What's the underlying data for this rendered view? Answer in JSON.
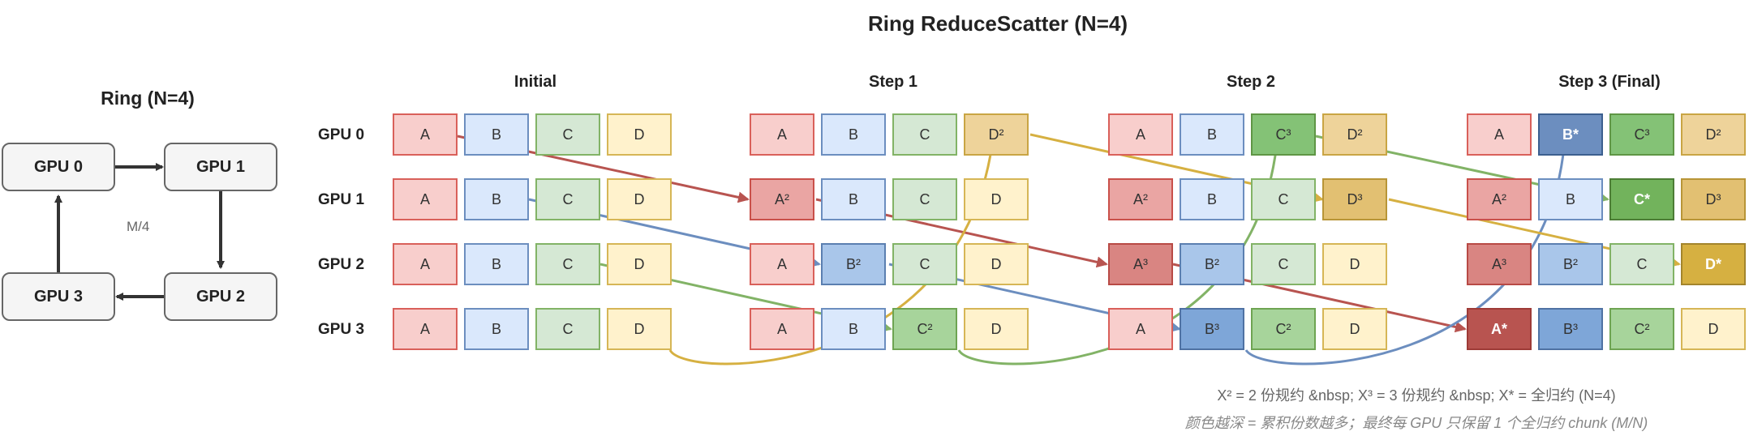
{
  "title": "Ring ReduceScatter (N=4)",
  "ring": {
    "title": "Ring (N=4)",
    "nodes": [
      "GPU 0",
      "GPU 1",
      "GPU 2",
      "GPU 3"
    ],
    "edge_label": "M/4"
  },
  "gpu_labels": [
    "GPU 0",
    "GPU 1",
    "GPU 2",
    "GPU 3"
  ],
  "steps": [
    {
      "title": "Initial",
      "rows": [
        [
          "A",
          "B",
          "C",
          "D"
        ],
        [
          "A",
          "B",
          "C",
          "D"
        ],
        [
          "A",
          "B",
          "C",
          "D"
        ],
        [
          "A",
          "B",
          "C",
          "D"
        ]
      ],
      "levels": [
        [
          1,
          1,
          1,
          1
        ],
        [
          1,
          1,
          1,
          1
        ],
        [
          1,
          1,
          1,
          1
        ],
        [
          1,
          1,
          1,
          1
        ]
      ]
    },
    {
      "title": "Step 1",
      "rows": [
        [
          "A",
          "B",
          "C",
          "D²"
        ],
        [
          "A²",
          "B",
          "C",
          "D"
        ],
        [
          "A",
          "B²",
          "C",
          "D"
        ],
        [
          "A",
          "B",
          "C²",
          "D"
        ]
      ],
      "levels": [
        [
          1,
          1,
          1,
          2
        ],
        [
          2,
          1,
          1,
          1
        ],
        [
          1,
          2,
          1,
          1
        ],
        [
          1,
          1,
          2,
          1
        ]
      ]
    },
    {
      "title": "Step 2",
      "rows": [
        [
          "A",
          "B",
          "C³",
          "D²"
        ],
        [
          "A²",
          "B",
          "C",
          "D³"
        ],
        [
          "A³",
          "B²",
          "C",
          "D"
        ],
        [
          "A",
          "B³",
          "C²",
          "D"
        ]
      ],
      "levels": [
        [
          1,
          1,
          3,
          2
        ],
        [
          2,
          1,
          1,
          3
        ],
        [
          3,
          2,
          1,
          1
        ],
        [
          1,
          3,
          2,
          1
        ]
      ]
    },
    {
      "title": "Step 3 (Final)",
      "rows": [
        [
          "A",
          "B*",
          "C³",
          "D²"
        ],
        [
          "A²",
          "B",
          "C*",
          "D³"
        ],
        [
          "A³",
          "B²",
          "C",
          "D*"
        ],
        [
          "A*",
          "B³",
          "C²",
          "D"
        ]
      ],
      "levels": [
        [
          1,
          4,
          3,
          2
        ],
        [
          2,
          1,
          4,
          3
        ],
        [
          3,
          2,
          1,
          4
        ],
        [
          4,
          3,
          2,
          1
        ]
      ]
    }
  ],
  "palette": {
    "A": {
      "fill": [
        "#f8cecc",
        "#eaa5a3",
        "#d98582",
        "#b85450"
      ],
      "stroke": [
        "#d9605a",
        "#c9504a",
        "#b84a45",
        "#9e3b37"
      ]
    },
    "B": {
      "fill": [
        "#dae8fc",
        "#a9c6ea",
        "#7ea6d8",
        "#6c8ebf"
      ],
      "stroke": [
        "#6c8ebf",
        "#5b7fb0",
        "#4f72a3",
        "#3c5f8f"
      ]
    },
    "C": {
      "fill": [
        "#d5e8d4",
        "#a7d49b",
        "#84c276",
        "#72b35c"
      ],
      "stroke": [
        "#82b366",
        "#6ea452",
        "#5f9645",
        "#4c7d35"
      ]
    },
    "D": {
      "fill": [
        "#fff2cc",
        "#eed39a",
        "#e2c072",
        "#d6b041"
      ],
      "stroke": [
        "#d6b656",
        "#c9a544",
        "#b89537",
        "#a3852c"
      ]
    }
  },
  "arrow_colors": {
    "A": "#b85450",
    "B": "#6c8ebf",
    "C": "#82b366",
    "D": "#d6b041"
  },
  "notes": {
    "line1": "X² = 2 份规约 &nbsp; X³ = 3 份规约 &nbsp; X* = 全归约 (N=4)",
    "line2": "颜色越深 = 累积份数越多；最终每 GPU 只保留 1 个全归约 chunk (M/N)"
  }
}
